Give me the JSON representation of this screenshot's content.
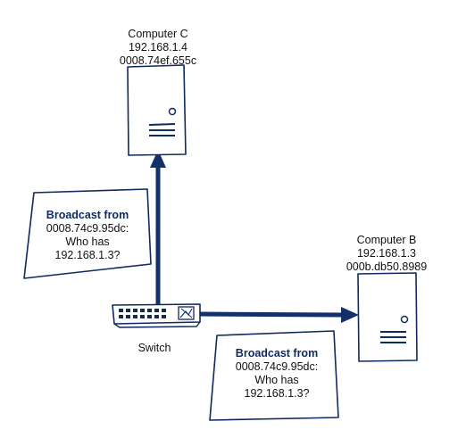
{
  "colors": {
    "link": "#12306b",
    "outline": "#0f2a5e",
    "device_fill": "#ffffff",
    "switch_fill": "#ffffff"
  },
  "icons": {
    "computer": "tower-computer-icon",
    "switch": "network-switch-icon"
  },
  "computer_c": {
    "name": "Computer C",
    "ip": "192.168.1.4",
    "mac": "0008.74ef.655c"
  },
  "computer_b": {
    "name": "Computer B",
    "ip": "192.168.1.3",
    "mac": "000b.db50.8989"
  },
  "switch": {
    "label": "Switch"
  },
  "note_left": {
    "title": "Broadcast from",
    "line1": "0008.74c9.95dc:",
    "line2": "Who has",
    "line3": "192.168.1.3?"
  },
  "note_right": {
    "title": "Broadcast from",
    "line1": "0008.74c9.95dc:",
    "line2": "Who has",
    "line3": "192.168.1.3?"
  }
}
